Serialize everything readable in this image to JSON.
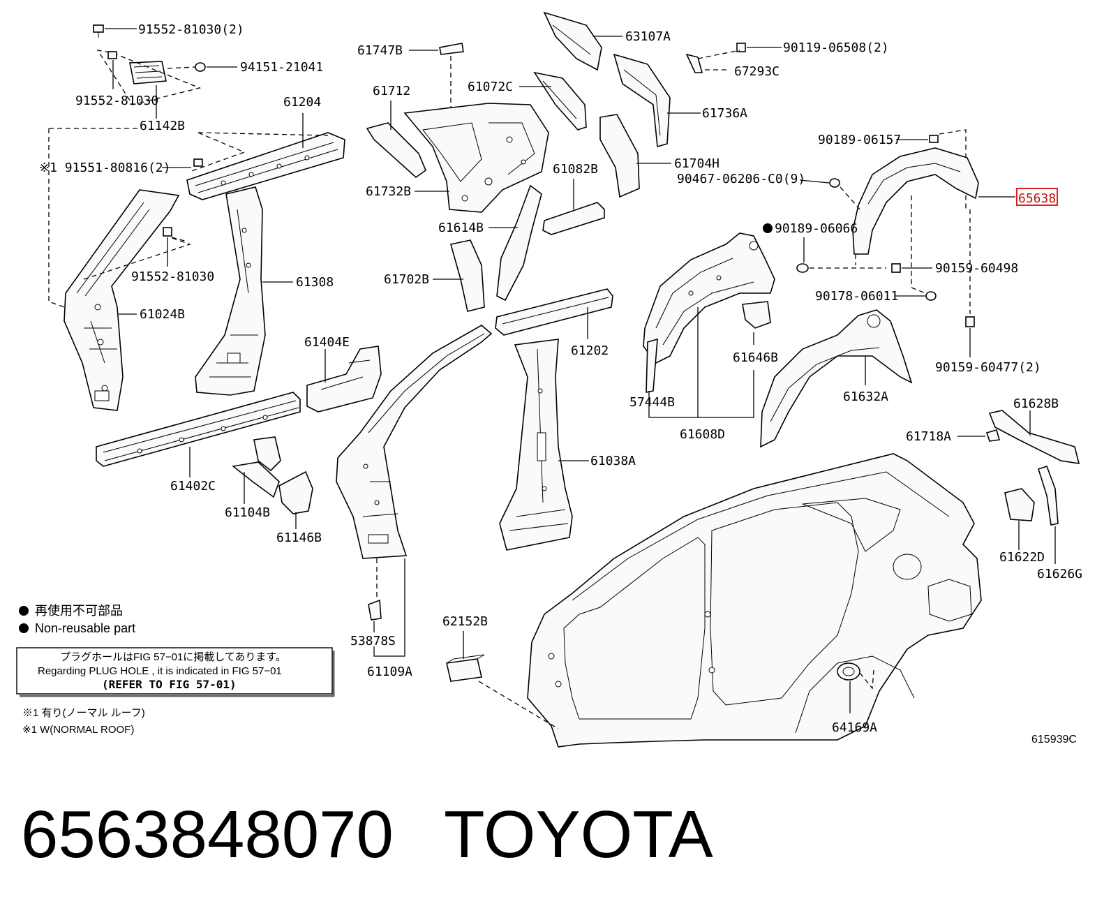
{
  "labels": {
    "p91552_81030_2": "91552-81030(2)",
    "p94151_21041": "94151-21041",
    "p91552_81030_a": "91552-81030",
    "p61142B": "61142B",
    "p61204": "61204",
    "p91551_80816": "※1 91551-80816(2)",
    "p91552_81030_b": "91552-81030",
    "p61308": "61308",
    "p61024B": "61024B",
    "p61747B": "61747B",
    "p61712": "61712",
    "p61732B": "61732B",
    "p61072C": "61072C",
    "p63107A": "63107A",
    "p61736A": "61736A",
    "p61704H": "61704H",
    "p61082B": "61082B",
    "p61614B": "61614B",
    "p61702B": "61702B",
    "p90119_06508": "90119-06508(2)",
    "p67293C": "67293C",
    "p90189_06157": "90189-06157",
    "p90467_06206": "90467-06206-C0(9)",
    "p65638": "65638",
    "p90189_06066": "90189-06066",
    "p90159_60498": "90159-60498",
    "p90178_06011": "90178-06011",
    "p90159_60477": "90159-60477(2)",
    "p61646B": "61646B",
    "p57444B": "57444B",
    "p61608D": "61608D",
    "p61632A": "61632A",
    "p61628B": "61628B",
    "p61718A": "61718A",
    "p61404E": "61404E",
    "p61202": "61202",
    "p61038A": "61038A",
    "p61402C": "61402C",
    "p61104B": "61104B",
    "p61146B": "61146B",
    "p53878S": "53878S",
    "p61109A": "61109A",
    "p62152B": "62152B",
    "p64169A": "64169A",
    "p61622D": "61622D",
    "p61626G": "61626G"
  },
  "legend": {
    "jp": "再使用不可部品",
    "en": "Non-reusable part"
  },
  "note": {
    "jp": "プラグホールはFIG 57−01に掲載してあります。",
    "en": "Regarding PLUG HOLE , it is indicated in FIG 57−01",
    "ref": "(REFER TO FIG 57-01)"
  },
  "footnote": {
    "jp": "※1 有り(ノーマル ルーフ)",
    "en": "※1 W(NORMAL ROOF)"
  },
  "figure_code": "615939C",
  "highlighted_part": "65638",
  "highlight_color": "#e02020",
  "footer": {
    "part_number": "6563848070",
    "brand": "TOYOTA"
  }
}
